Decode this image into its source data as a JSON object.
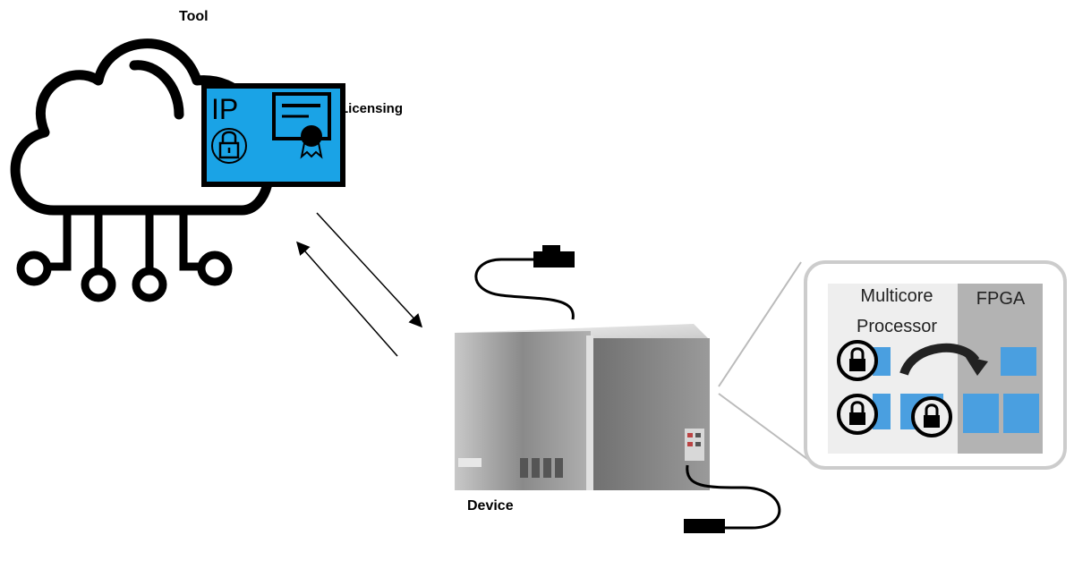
{
  "labels": {
    "tool": "Tool",
    "licensing": "Licensing",
    "device": "Device",
    "ip": "IP",
    "multicore_line1": "Multicore",
    "multicore_line2": "Processor",
    "fpga": "FPGA"
  },
  "icons": {
    "cloud": "cloud-network-icon",
    "ip_card": "ip-certificate-card-icon",
    "padlock": "padlock-icon",
    "certificate": "certificate-icon",
    "server": "server-box-icon",
    "ethernet": "ethernet-cable-icon",
    "usb": "usb-cable-icon",
    "migration_arrow": "curved-arrow-icon"
  },
  "colors": {
    "ip_card_fill": "#1aa3e6",
    "block_blue": "#4a9fe0",
    "fpga_panel": "#b3b3b3",
    "processor_panel": "#eeeeee"
  }
}
